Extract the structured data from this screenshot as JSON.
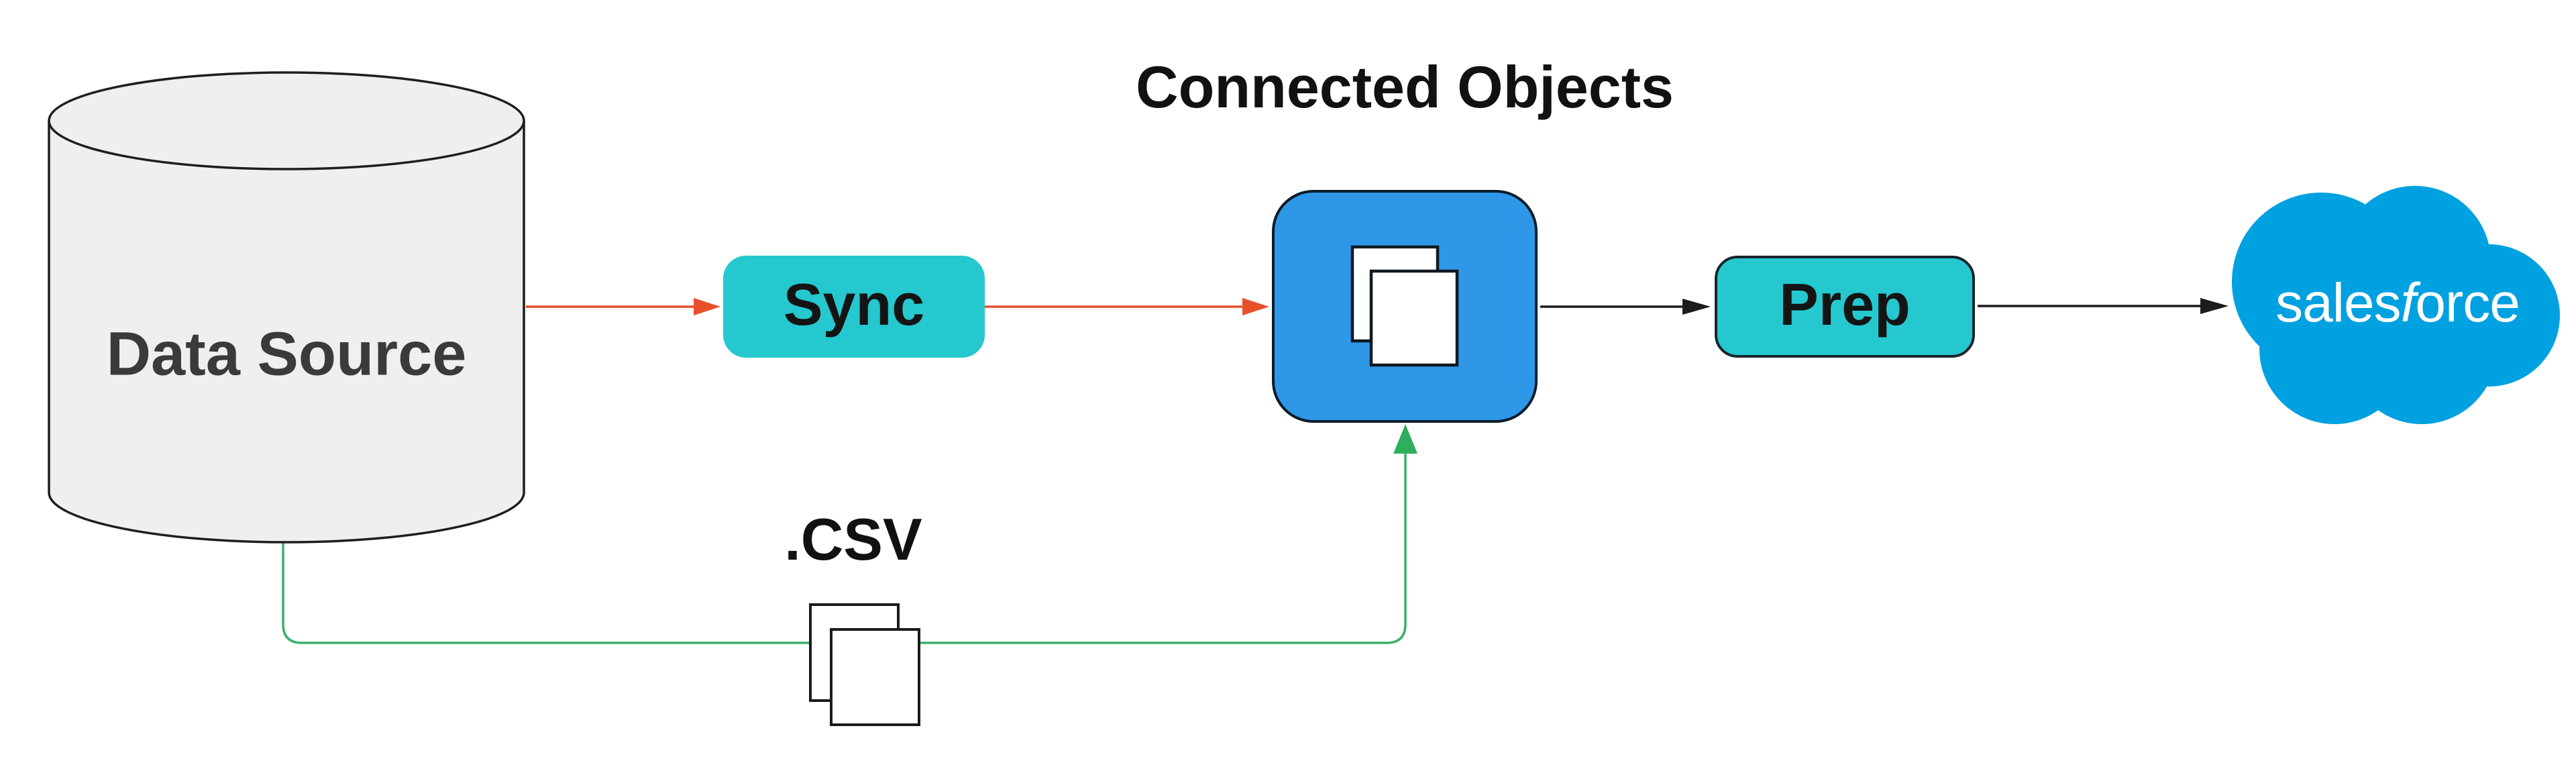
{
  "diagram": {
    "type": "flow-diagram",
    "title": "Connected Objects",
    "nodes": {
      "data_source": {
        "label": "Data Source",
        "shape": "database-cylinder",
        "fill": "#efefef",
        "text_color": "#3a3a3a"
      },
      "sync": {
        "label": "Sync",
        "shape": "rounded-rect",
        "fill": "#25c8ce"
      },
      "connected_objects": {
        "label": "Connected Objects",
        "shape": "rounded-square",
        "fill": "#2e97e8",
        "icon": "documents-icon"
      },
      "prep": {
        "label": "Prep",
        "shape": "rounded-rect",
        "fill": "#25c8ce"
      },
      "salesforce": {
        "wordmark_part1": "sales",
        "wordmark_part2": "f",
        "wordmark_part3": "orce",
        "shape": "cloud-logo",
        "fill": "#00a1e0"
      }
    },
    "labels": {
      "csv": ".CSV"
    },
    "edges": [
      {
        "from": "data_source",
        "to": "sync",
        "color": "#e8502c",
        "style": "arrow"
      },
      {
        "from": "sync",
        "to": "connected_objects",
        "color": "#e8502c",
        "style": "arrow"
      },
      {
        "from": "connected_objects",
        "to": "prep",
        "color": "#1c1c1c",
        "style": "arrow"
      },
      {
        "from": "prep",
        "to": "salesforce",
        "color": "#1c1c1c",
        "style": "arrow"
      },
      {
        "from": "data_source",
        "to": "connected_objects",
        "via": ".CSV",
        "color": "#3cae6b",
        "style": "elbow-arrow"
      }
    ],
    "colors": {
      "background": "#ffffff",
      "teal": "#25c8ce",
      "blue": "#2e97e8",
      "salesforce_blue": "#00a1e0",
      "orange": "#e8502c",
      "green": "#3cae6b",
      "line_black": "#1c1c1c",
      "cylinder_fill": "#efefef"
    }
  }
}
